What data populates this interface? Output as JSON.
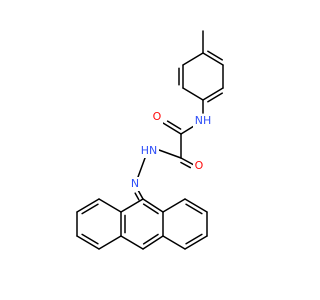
{
  "molecule": {
    "atoms": {
      "o_amide": {
        "symbol": "O",
        "color": "#FF0D0D"
      },
      "nh_amide": {
        "symbol": "NH",
        "color": "#3050F8"
      },
      "o_hydrazide": {
        "symbol": "O",
        "color": "#FF0D0D"
      },
      "hn_hydrazide": {
        "symbol": "HN",
        "color": "#3050F8"
      },
      "n_imine": {
        "symbol": "N",
        "color": "#3050F8"
      }
    },
    "bond_color": "#000000"
  }
}
